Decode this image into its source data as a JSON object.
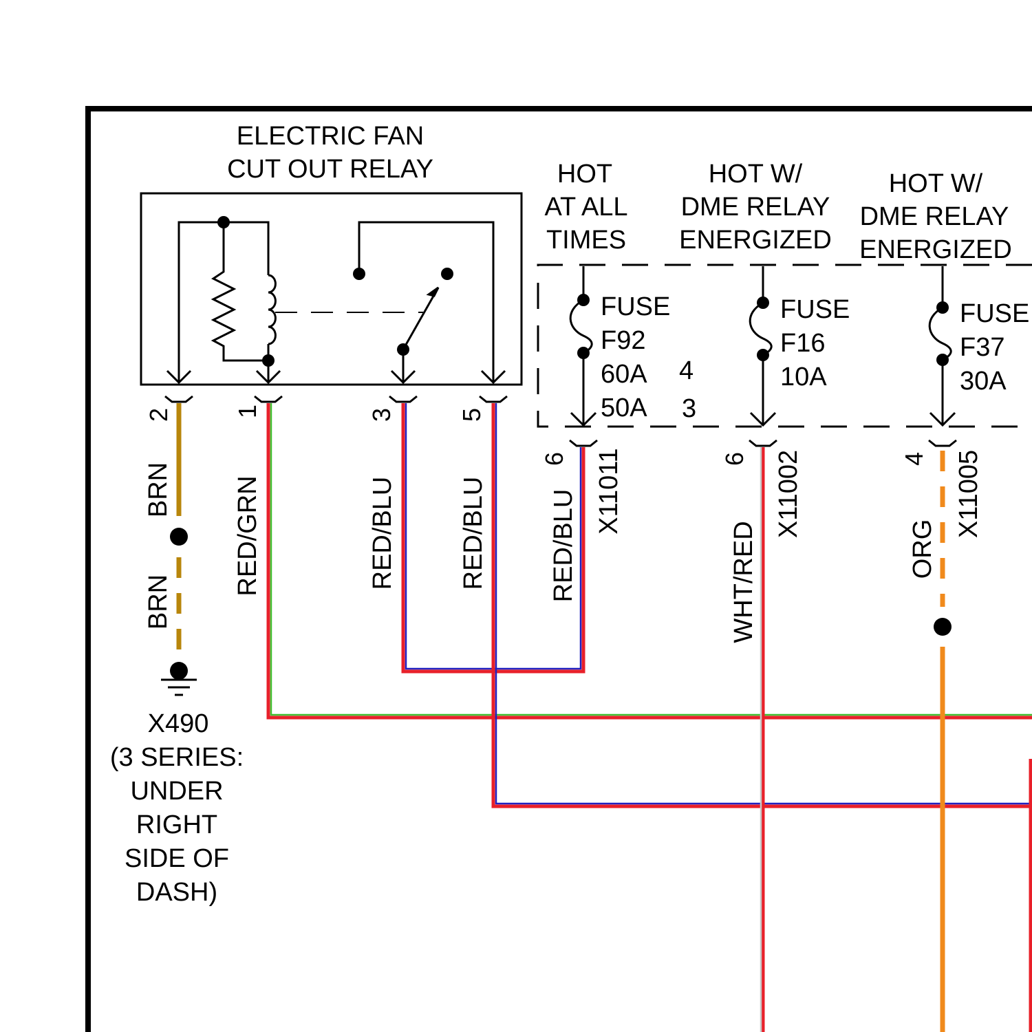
{
  "relay": {
    "title_line1": "ELECTRIC FAN",
    "title_line2": "CUT OUT RELAY"
  },
  "power_sources": {
    "hot_all": [
      "HOT",
      "AT ALL",
      "TIMES"
    ],
    "dme_a": [
      "HOT W/",
      "DME RELAY",
      "ENERGIZED"
    ],
    "dme_b": [
      "HOT W/",
      "DME RELAY",
      "ENERGIZED"
    ]
  },
  "fuses": {
    "f92": {
      "label": "FUSE",
      "id": "F92",
      "rating_a": "60A",
      "rating_b": "50A",
      "note_a": "4",
      "note_b": "3"
    },
    "f16": {
      "label": "FUSE",
      "id": "F16",
      "rating": "10A"
    },
    "f37": {
      "label": "FUSE",
      "id": "F37",
      "rating": "30A"
    }
  },
  "pins": {
    "relay_2": "2",
    "relay_1": "1",
    "relay_3": "3",
    "relay_5": "5",
    "x11011": "6",
    "x11002": "6",
    "x11005": "4"
  },
  "connectors": {
    "x11011": "X11011",
    "x11002": "X11002",
    "x11005": "X11005"
  },
  "wires": {
    "brn_upper": "BRN",
    "brn_lower": "BRN",
    "red_grn": "RED/GRN",
    "red_blu_3": "RED/BLU",
    "red_blu_5": "RED/BLU",
    "red_blu_fuse": "RED/BLU",
    "wht_red": "WHT/RED",
    "org": "ORG"
  },
  "ground": {
    "id": "X490",
    "location": [
      "(3 SERIES:",
      "UNDER",
      "RIGHT",
      "SIDE OF",
      "DASH)"
    ]
  },
  "colors": {
    "brn": "#b8860b",
    "red": "#e8202a",
    "grn": "#3fbf2f",
    "blu": "#2020c0",
    "wht": "#c8c8c8",
    "org": "#f08a1c"
  }
}
